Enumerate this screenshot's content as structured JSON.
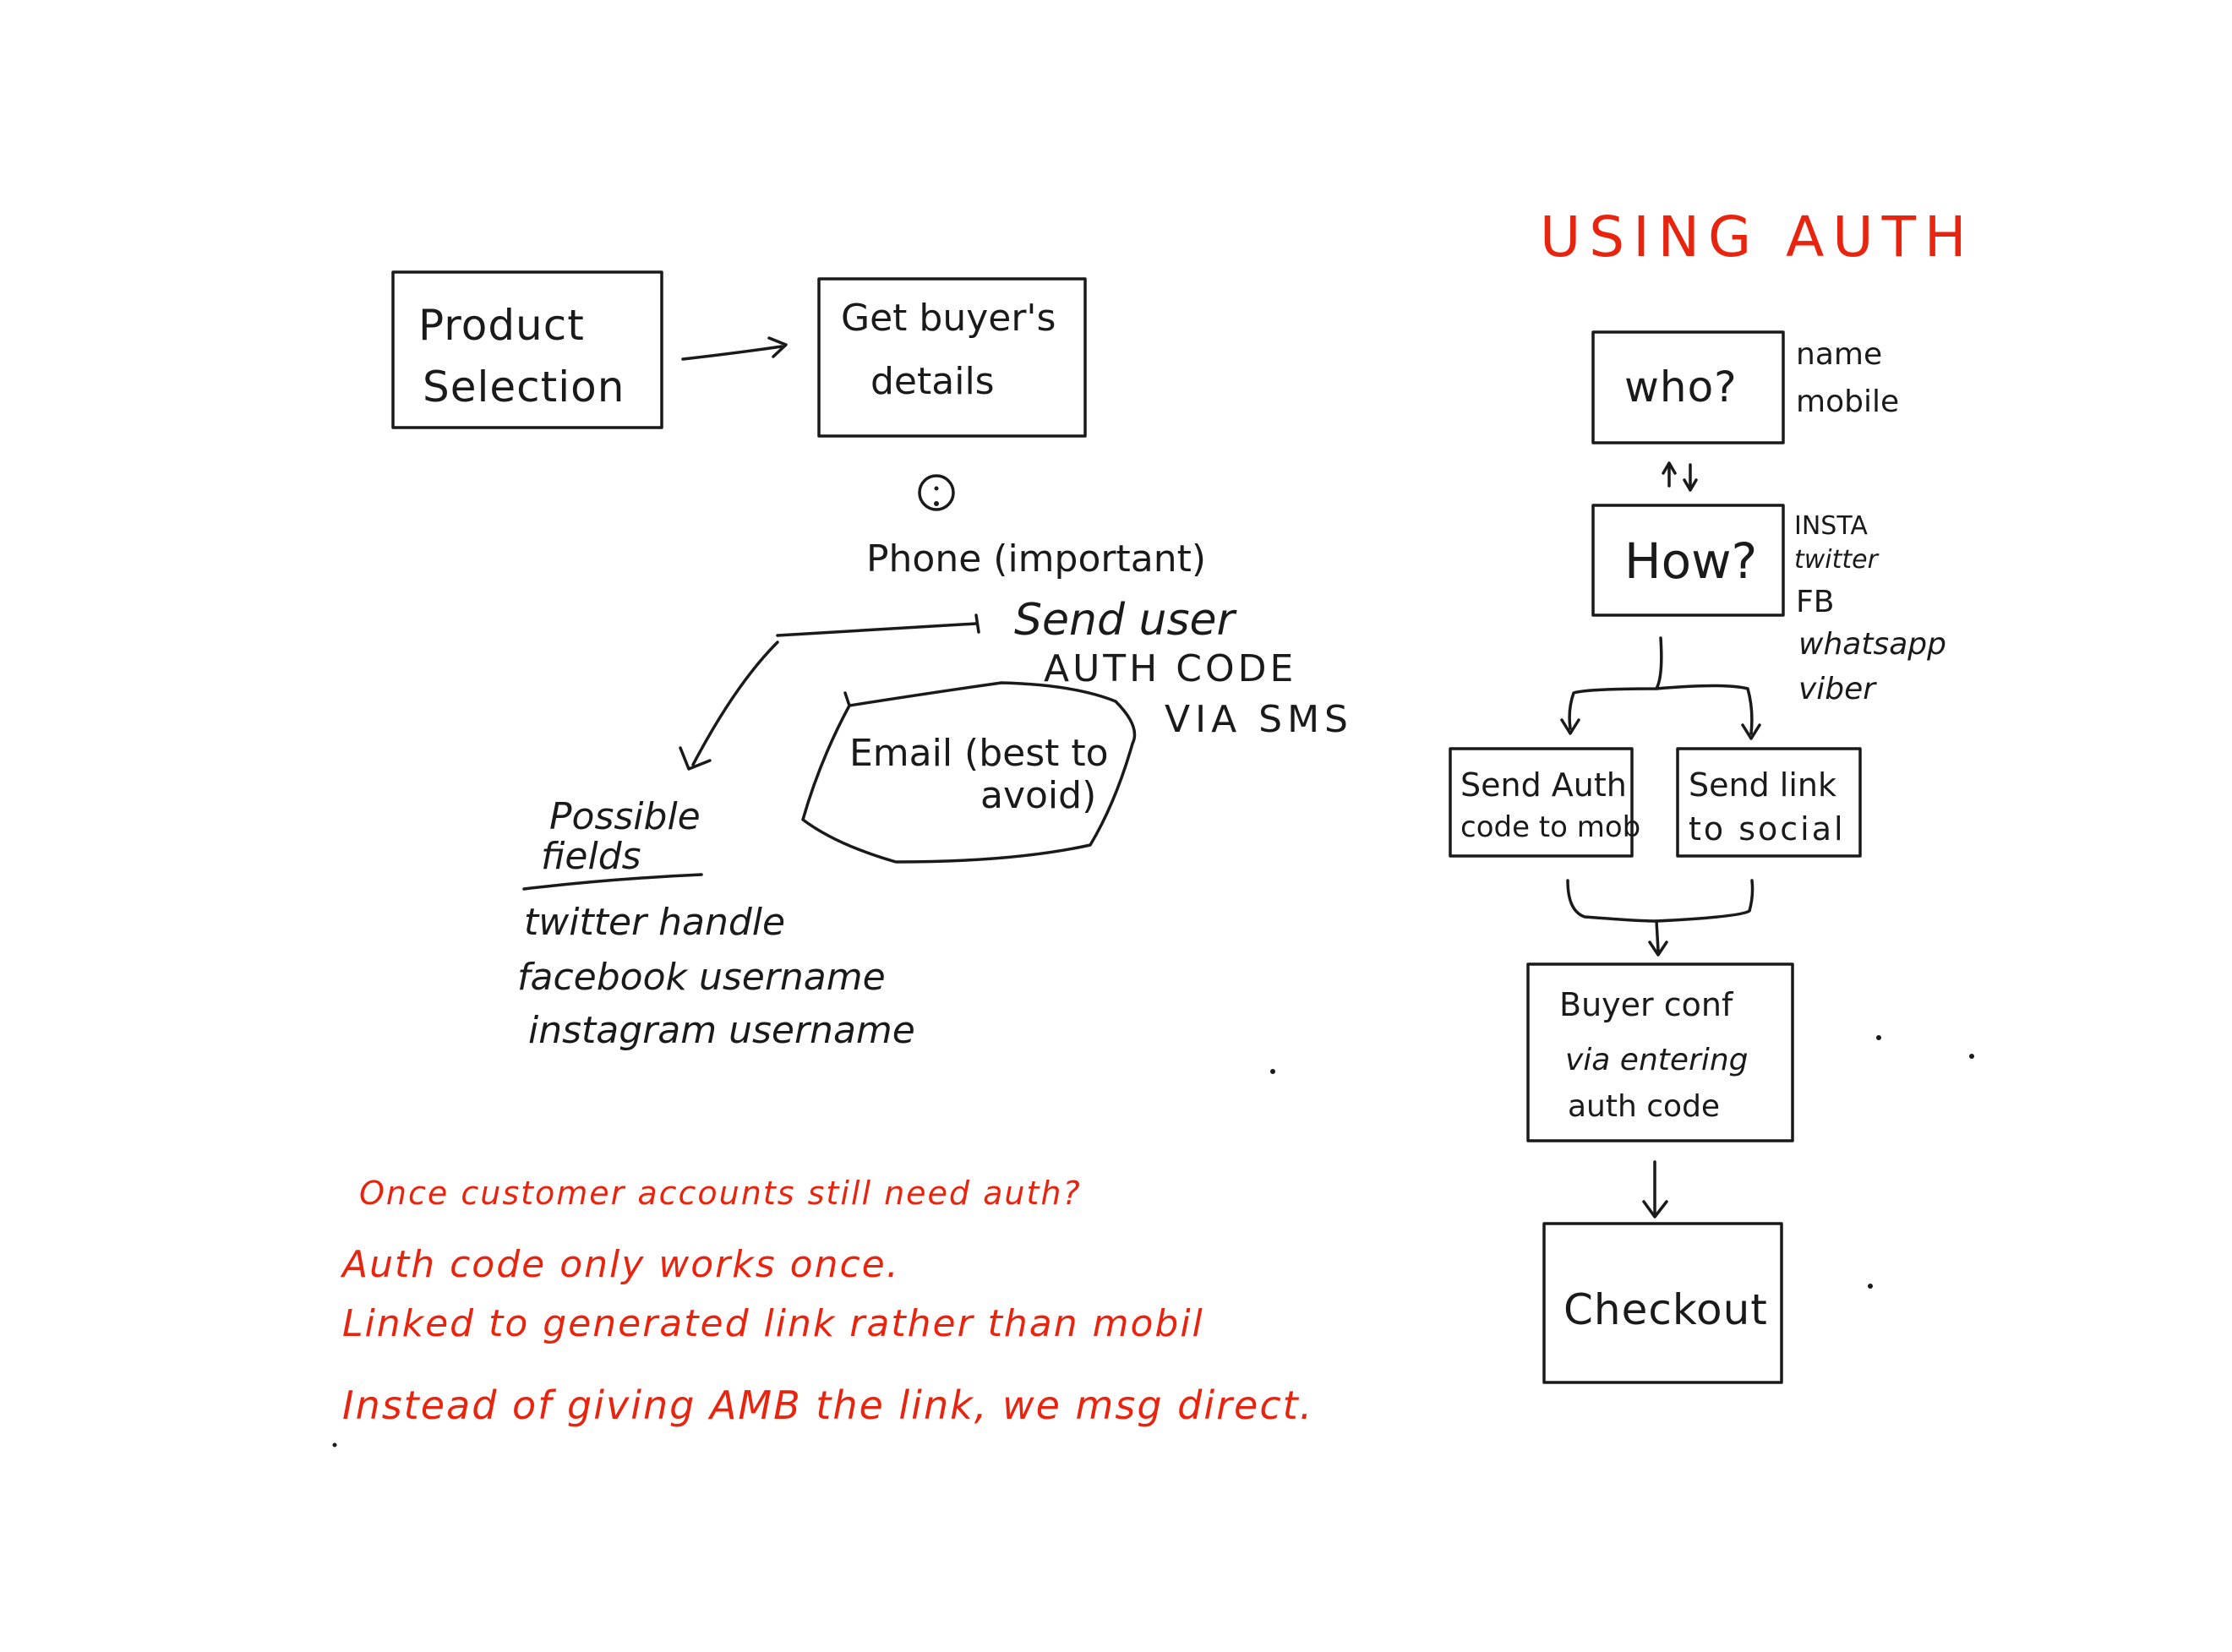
{
  "colors": {
    "ink": "#1a1a1a",
    "accent": "#e8240f",
    "background": "#ffffff"
  },
  "left_flow": {
    "product_box": {
      "line1": "Product",
      "line2": "Selection"
    },
    "details_box": {
      "line1": "Get buyer's",
      "line2": "details"
    },
    "alert_icon": "exclamation-circle-icon",
    "phone_label": "Phone (important)",
    "send_code": {
      "line1": "Send user",
      "line2": "AUTH CODE",
      "line3": "VIA SMS"
    },
    "email_note": {
      "line1": "Email (best to",
      "line2": "avoid)"
    },
    "possible_fields": {
      "heading_line1": "Possible",
      "heading_line2": "fields",
      "items": [
        "twitter handle",
        "facebook username",
        "instagram username"
      ]
    }
  },
  "right_flow": {
    "title": "USING AUTH",
    "who_box": "who?",
    "who_fields": [
      "name",
      "mobile"
    ],
    "how_box": "How?",
    "how_channels": [
      "INSTA",
      "twitter",
      "FB",
      "whatsapp",
      "viber"
    ],
    "send_auth_box": {
      "line1": "Send Auth",
      "line2": "code to mob"
    },
    "send_link_box": {
      "line1": "Send link",
      "line2": "to social"
    },
    "confirm_box": {
      "line1": "Buyer conf",
      "line2": "via entering",
      "line3": "auth code"
    },
    "checkout_box": "Checkout"
  },
  "notes": [
    "Once customer accounts still need auth?",
    "Auth code only works once.",
    "Linked to generated link rather than mobil",
    "Instead of giving AMB the link, we msg direct."
  ]
}
